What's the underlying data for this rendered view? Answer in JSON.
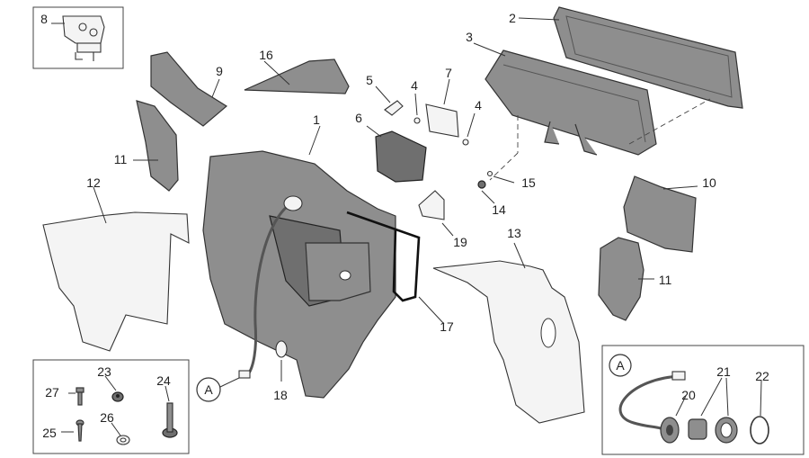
{
  "diagram": {
    "part_labels": [
      "1",
      "2",
      "3",
      "4",
      "4",
      "5",
      "6",
      "7",
      "8",
      "9",
      "10",
      "11",
      "11",
      "12",
      "13",
      "14",
      "15",
      "16",
      "17",
      "18",
      "19",
      "20",
      "21",
      "22",
      "23",
      "24",
      "25",
      "26",
      "27"
    ],
    "connector_ref_left": "A",
    "connector_ref_inset": "A"
  }
}
